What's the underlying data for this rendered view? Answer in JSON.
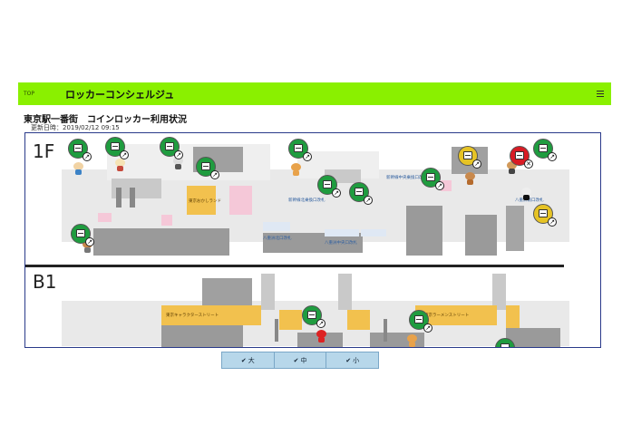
{
  "header": {
    "top_link": "TOP",
    "app_title": "ロッカーコンシェルジュ",
    "menu_icon": "hamburger-icon",
    "bg_color": "#8af000"
  },
  "page": {
    "title": "東京駅一番街　コインロッカー利用状況",
    "updated": "更新日時：2019/02/12 09:15"
  },
  "map": {
    "floors": [
      "1F",
      "B1"
    ],
    "map_text": {
      "map-label-yaesu-north-1f": "八重洲北口改札",
      "map-label-shinkansen-north": "新幹線北乗換口改札",
      "map-label-yaesu-central": "八重洲中央口改札",
      "map-label-shinkansen-central": "新幹線中央乗換口改札",
      "map-label-yaesu-south": "八重洲南口改札",
      "map-label-ramen-street": "東京ラーメンストリート",
      "map-label-character-street": "東京キャラクターストリート",
      "map-label-okashi-land": "東京おかしランド"
    },
    "status_colors": {
      "available": "#1f9c3f",
      "few_left": "#e6c325",
      "full": "#d91b24"
    },
    "lockers_1f": [
      {
        "status": "available",
        "badge": "↗"
      },
      {
        "status": "available",
        "badge": "↗"
      },
      {
        "status": "available",
        "badge": "↗"
      },
      {
        "status": "available",
        "badge": "↗"
      },
      {
        "status": "available",
        "badge": "↗"
      },
      {
        "status": "available",
        "badge": "↗"
      },
      {
        "status": "available",
        "badge": "↗"
      },
      {
        "status": "available",
        "badge": "↗"
      },
      {
        "status": "few_left",
        "badge": "↗"
      },
      {
        "status": "full",
        "badge": "✕"
      },
      {
        "status": "available",
        "badge": "↗"
      },
      {
        "status": "few_left",
        "badge": "↗"
      }
    ],
    "lockers_b1": [
      {
        "status": "available",
        "badge": "↗"
      },
      {
        "status": "available",
        "badge": "↗"
      },
      {
        "status": "available",
        "badge": "↗"
      }
    ]
  },
  "size_filter": {
    "buttons": [
      {
        "label": "大",
        "icon": "check-icon"
      },
      {
        "label": "中",
        "icon": "check-icon"
      },
      {
        "label": "小",
        "icon": "check-icon"
      }
    ]
  }
}
